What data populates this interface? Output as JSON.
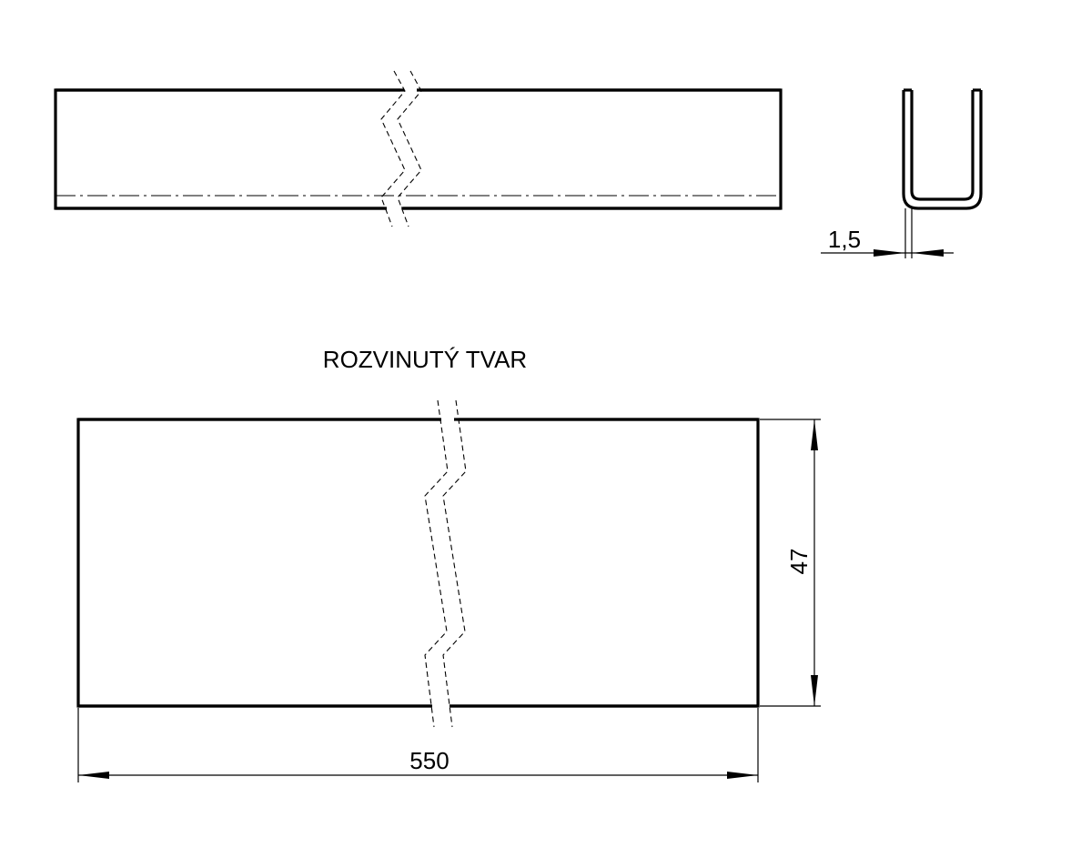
{
  "drawing": {
    "flat_pattern_label": "ROZVINUTÝ TVAR",
    "thickness_dim": "1,5",
    "height_dim": "47",
    "length_dim": "550"
  }
}
